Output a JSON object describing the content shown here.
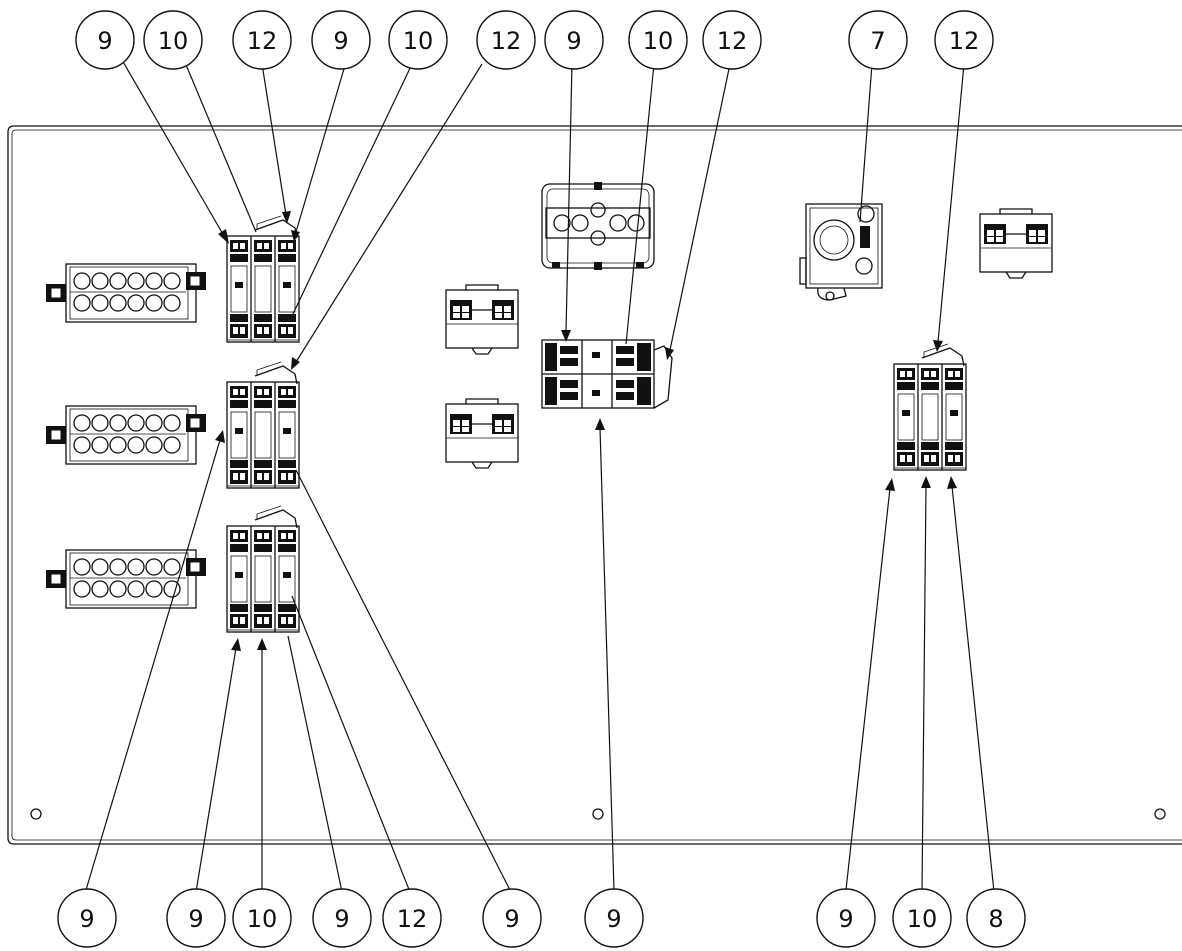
{
  "drawing": {
    "panel": "mounting-panel",
    "line_color": "#111111",
    "background": "#ffffff"
  },
  "balloons_top": [
    "9",
    "10",
    "12",
    "9",
    "10",
    "12",
    "9",
    "10",
    "12",
    "7",
    "12"
  ],
  "balloons_bottom": [
    "9",
    "9",
    "10",
    "9",
    "12",
    "9",
    "9",
    "9",
    "10",
    "8"
  ]
}
